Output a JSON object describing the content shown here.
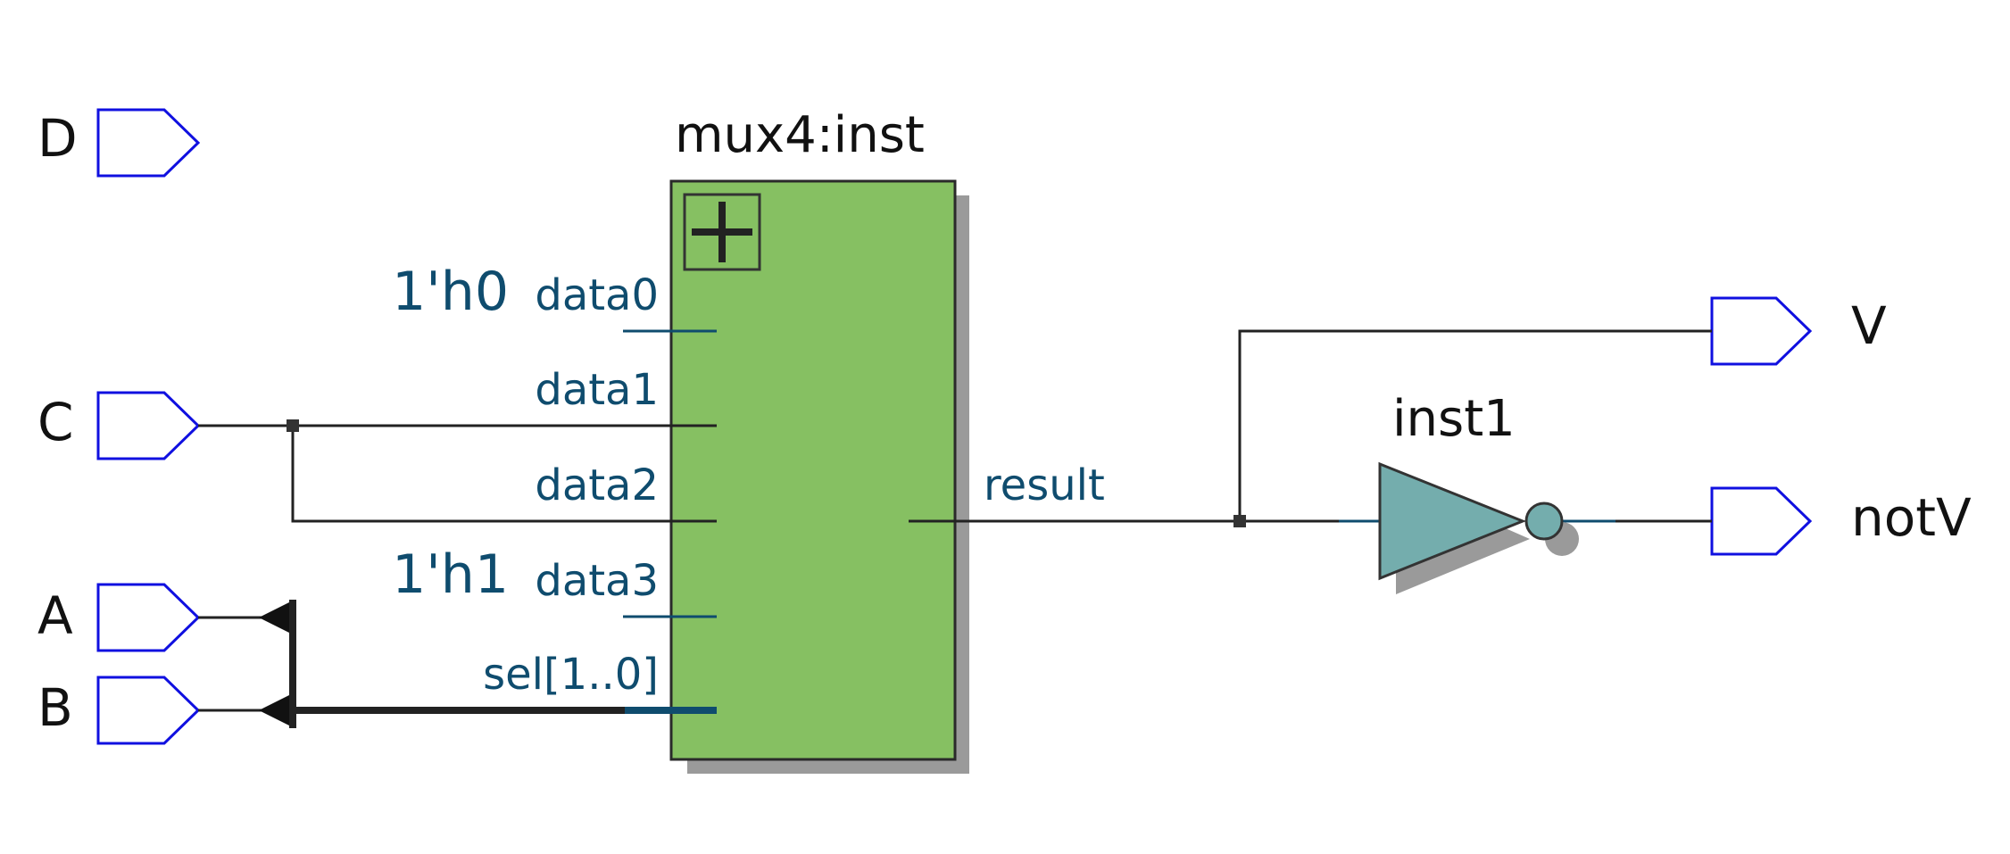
{
  "inputs": {
    "D": "D",
    "C": "C",
    "A": "A",
    "B": "B"
  },
  "outputs": {
    "V": "V",
    "notV": "notV"
  },
  "mux": {
    "instance": "mux4:inst",
    "pins": {
      "data0": "data0",
      "data1": "data1",
      "data2": "data2",
      "data3": "data3",
      "sel": "sel[1..0]",
      "result": "result"
    },
    "constants": {
      "data0": "1'h0",
      "data3": "1'h1"
    },
    "fill_color": "#86c062"
  },
  "inverter": {
    "instance": "inst1",
    "fill_color": "#74adad"
  },
  "colors": {
    "port_outline": "#1010e0",
    "pin_text": "#0f4c6e",
    "wire": "#222222",
    "shadow": "#9a9a9a"
  }
}
